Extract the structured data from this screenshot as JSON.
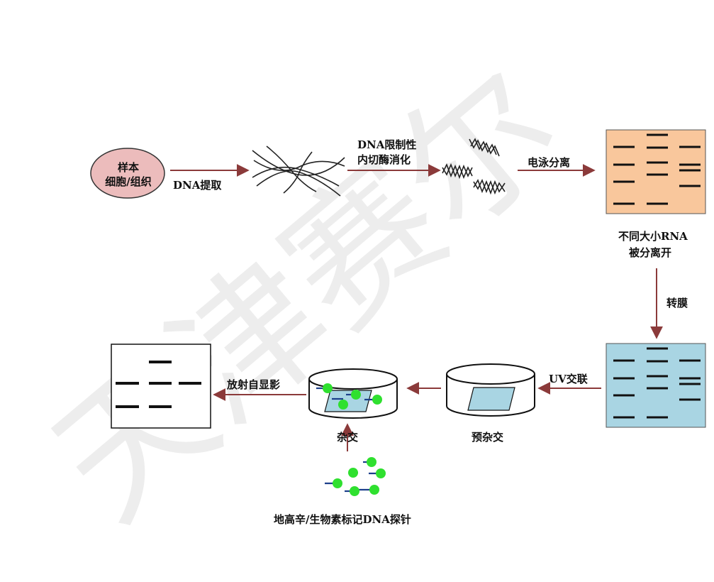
{
  "labels": {
    "sample_line1": "样本",
    "sample_line2": "细胞/组织",
    "dna_extraction": "DNA提取",
    "restriction_line1": "DNA限制性",
    "restriction_line2": "内切酶消化",
    "electrophoresis": "电泳分离",
    "separated_line1": "不同大小RNA",
    "separated_line2": "被分离开",
    "transfer": "转膜",
    "uv_crosslink": "UV交联",
    "prehybridization": "预杂交",
    "hybridization": "杂交",
    "autoradiography": "放射自显影",
    "probe": "地高辛/生物素标记DNA探针",
    "watermark": "天津赛尔"
  },
  "colors": {
    "arrow": "#8b3a3a",
    "sample_fill": "#ecbcbc",
    "gel_fill": "#f9c79c",
    "membrane_fill": "#a9d5e3",
    "probe_dot": "#2fe02f",
    "band": "#111111"
  }
}
